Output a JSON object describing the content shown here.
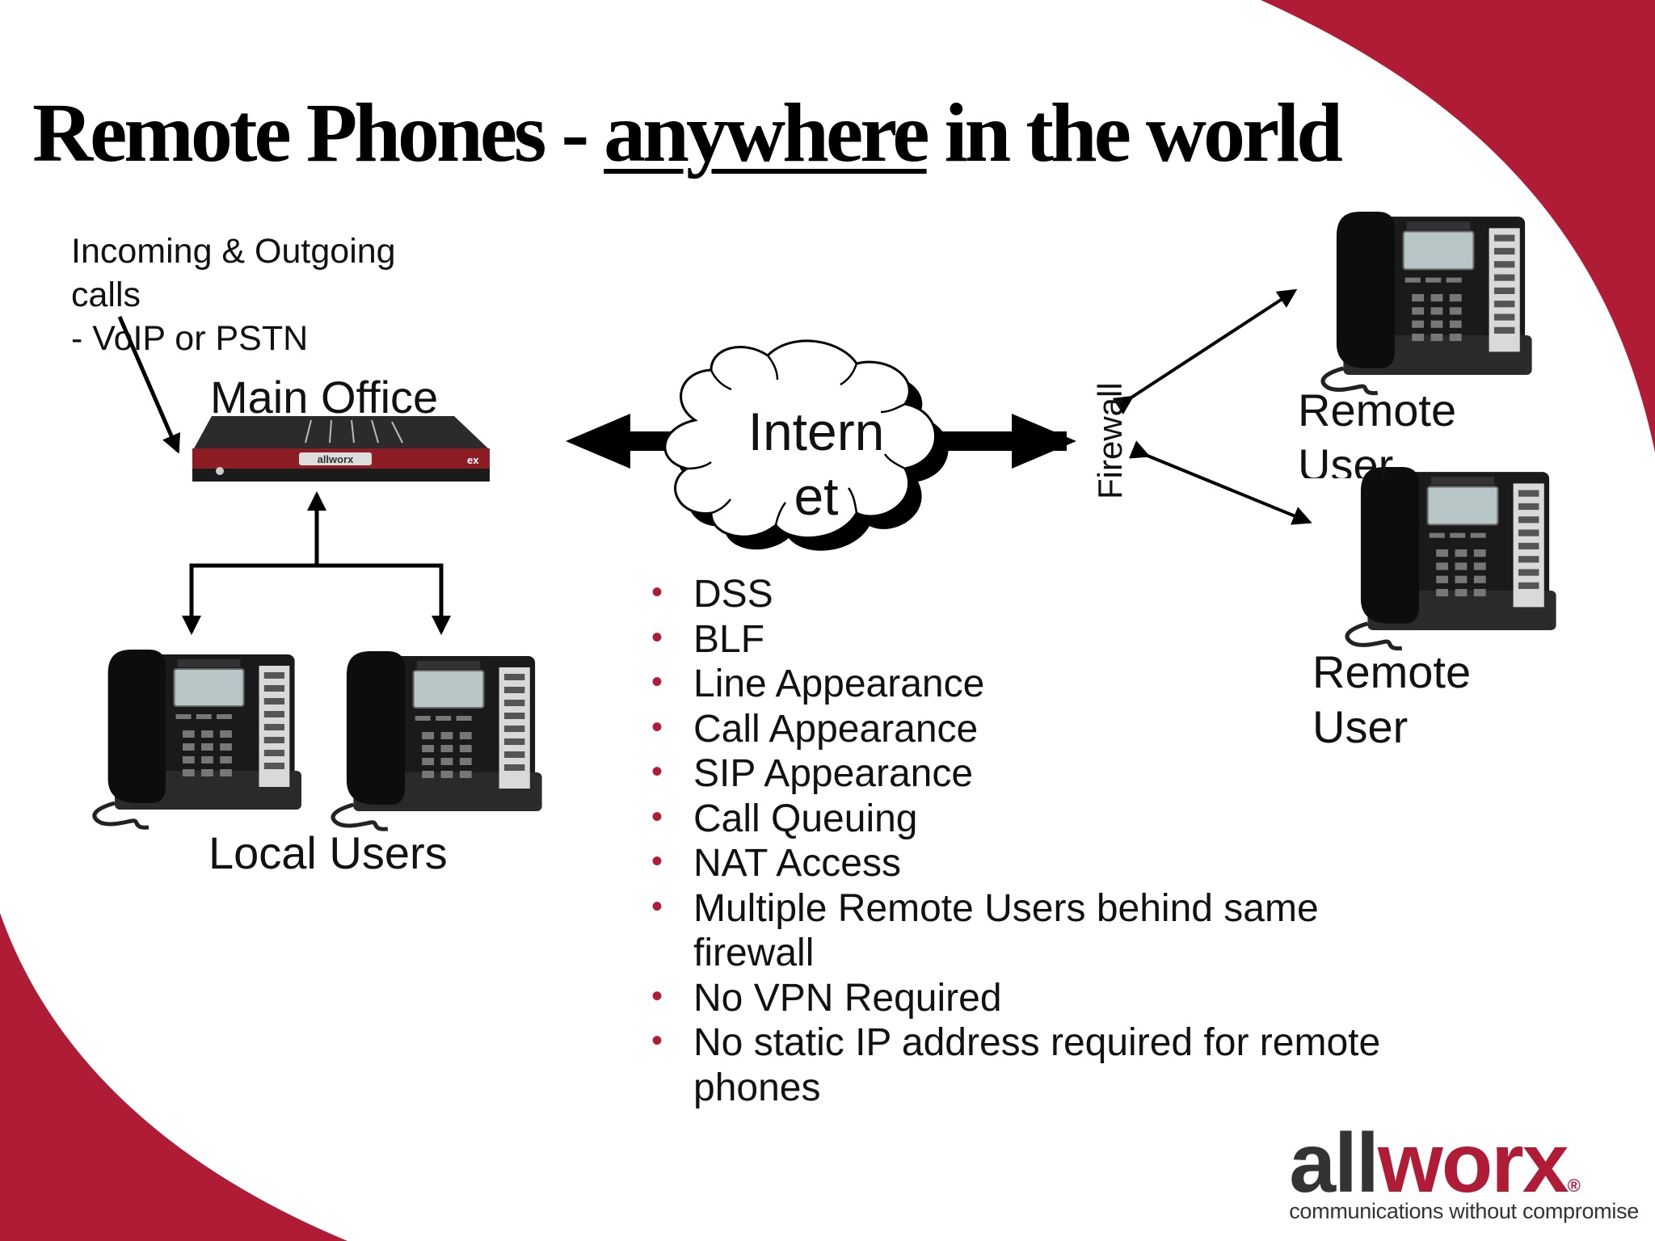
{
  "title": {
    "part1": "Remote Phones - ",
    "underlined": "anywhere",
    "part2": " in the world"
  },
  "note": {
    "line1": "Incoming & Outgoing",
    "line2": "calls",
    "line3": "- VoIP or PSTN"
  },
  "labels": {
    "main_office": "Main Office",
    "internet_line1": "Intern",
    "internet_line2": "et",
    "firewall": "Firewall",
    "remote_user_1_line1": "Remote",
    "remote_user_1_line2": "User",
    "remote_user_2_line1": "Remote",
    "remote_user_2_line2": "User",
    "local_users": "Local Users",
    "device_brand": "allworx"
  },
  "features": [
    "DSS",
    "BLF",
    "Line Appearance",
    "Call Appearance",
    "SIP Appearance",
    "Call Queuing",
    "NAT Access",
    "Multiple Remote Users behind same firewall",
    "No VPN Required",
    "No static IP address required for remote phones"
  ],
  "logo": {
    "word_part1": "all",
    "word_part2": "worx",
    "registered": "®",
    "tagline": "communications without compromise"
  },
  "colors": {
    "accent": "#b01c35",
    "text": "#111111"
  },
  "icons": [
    "phone-icon",
    "server-icon",
    "cloud-icon",
    "arrow-icon"
  ]
}
